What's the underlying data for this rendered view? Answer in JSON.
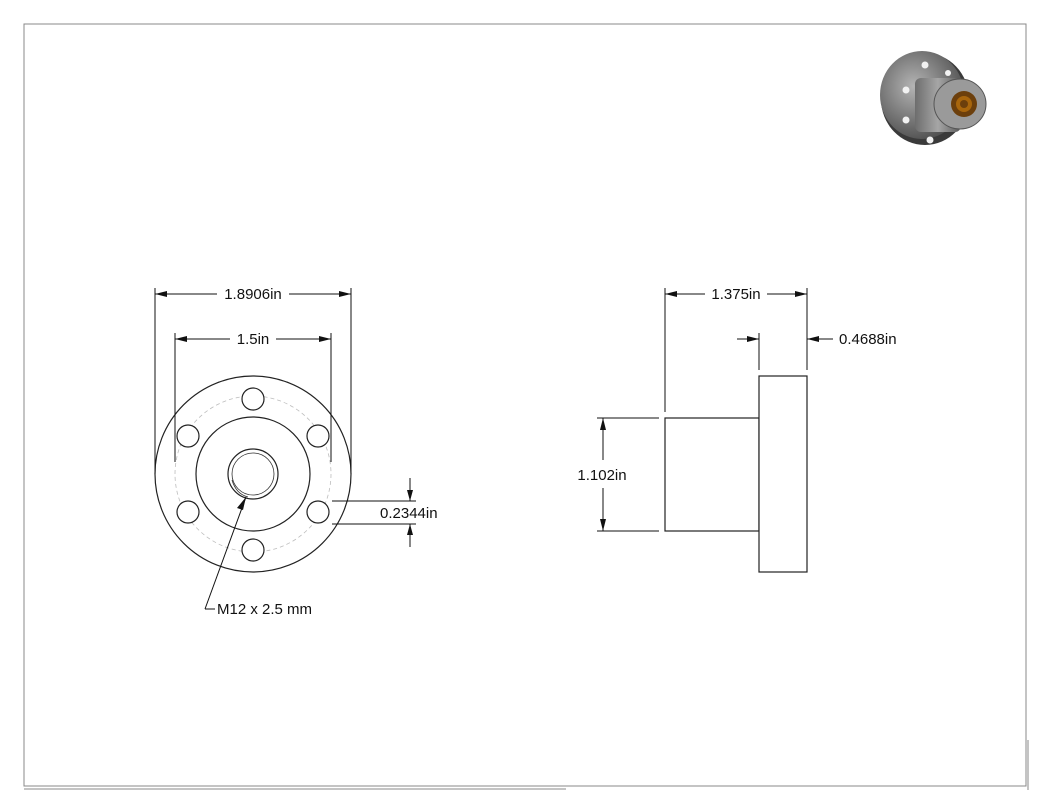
{
  "colors": {
    "line": "#111111",
    "border": "#888888",
    "hidden_line": "#bdbdbd",
    "iso_body": "#8d8d8d"
  },
  "front_view": {
    "outer_diameter": "1.8906in",
    "bolt_circle": "1.5in",
    "hole_dimension": "0.2344in",
    "thread_callout": "M12 x 2.5 mm"
  },
  "side_view": {
    "overall_length": "1.375in",
    "flange_thickness": "0.4688in",
    "body_diameter": "1.102in"
  }
}
